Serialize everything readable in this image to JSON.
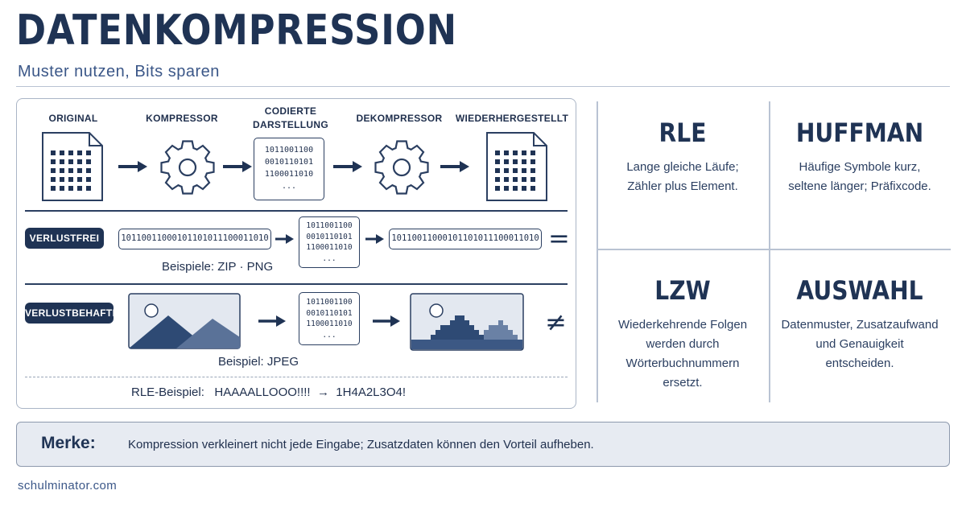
{
  "header": {
    "title": "DATENKOMPRESSION",
    "subtitle": "Muster nutzen, Bits sparen"
  },
  "flow": {
    "steps": [
      {
        "label": "ORIGINAL",
        "icon": "document-icon"
      },
      {
        "label": "KOMPRESSOR",
        "icon": "gear-icon"
      },
      {
        "label_line1": "CODIERTE",
        "label_line2": "DARSTELLUNG",
        "icon": "code-box"
      },
      {
        "label": "DEKOMPRESSOR",
        "icon": "gear-icon"
      },
      {
        "label": "WIEDERHERGESTELLT",
        "icon": "document-icon"
      }
    ],
    "code_lines": [
      "1011001100",
      "0010110101",
      "1100011010",
      "..."
    ]
  },
  "lossless": {
    "badge": "VERLUSTFREI",
    "input_bits": "10110011000101101011100011010",
    "code_lines": [
      "1011001100",
      "0010110101",
      "1100011010",
      "..."
    ],
    "output_bits": "10110011000101101011100011010",
    "symbol": "=",
    "caption": "Beispiele: ZIP · PNG"
  },
  "lossy": {
    "badge": "VERLUSTBEHAFTET",
    "code_lines": [
      "1011001100",
      "0010110101",
      "1100011010",
      "..."
    ],
    "symbol": "≠",
    "caption": "Beispiel: JPEG"
  },
  "rle_example": {
    "label": "RLE-Beispiel:",
    "input": "HAAAALLOOO!!!!",
    "arrow": "→",
    "output": "1H4A2L3O4!"
  },
  "cards": [
    {
      "title": "RLE",
      "lines": [
        "Lange gleiche Läufe;",
        "Zähler plus Element."
      ]
    },
    {
      "title": "HUFFMAN",
      "lines": [
        "Häufige Symbole kurz,",
        "seltene länger; Präfixcode."
      ]
    },
    {
      "title": "LZW",
      "lines": [
        "Wiederkehrende Folgen",
        "werden durch",
        "Wörterbuchnummern",
        "ersetzt."
      ]
    },
    {
      "title": "AUSWAHL",
      "lines": [
        "Datenmuster, Zusatzaufwand",
        "und Genauigkeit",
        "entscheiden."
      ]
    }
  ],
  "merke": {
    "label": "Merke:",
    "text": "Kompression verkleinert nicht jede Eingabe; Zusatzdaten können den Vorteil aufheben."
  },
  "footer": "schulminator.com",
  "colors": {
    "navy": "#1f3354",
    "mid_blue": "#3b5788",
    "panel_border": "#aab5c6",
    "merke_bg": "#e7ebf2"
  }
}
